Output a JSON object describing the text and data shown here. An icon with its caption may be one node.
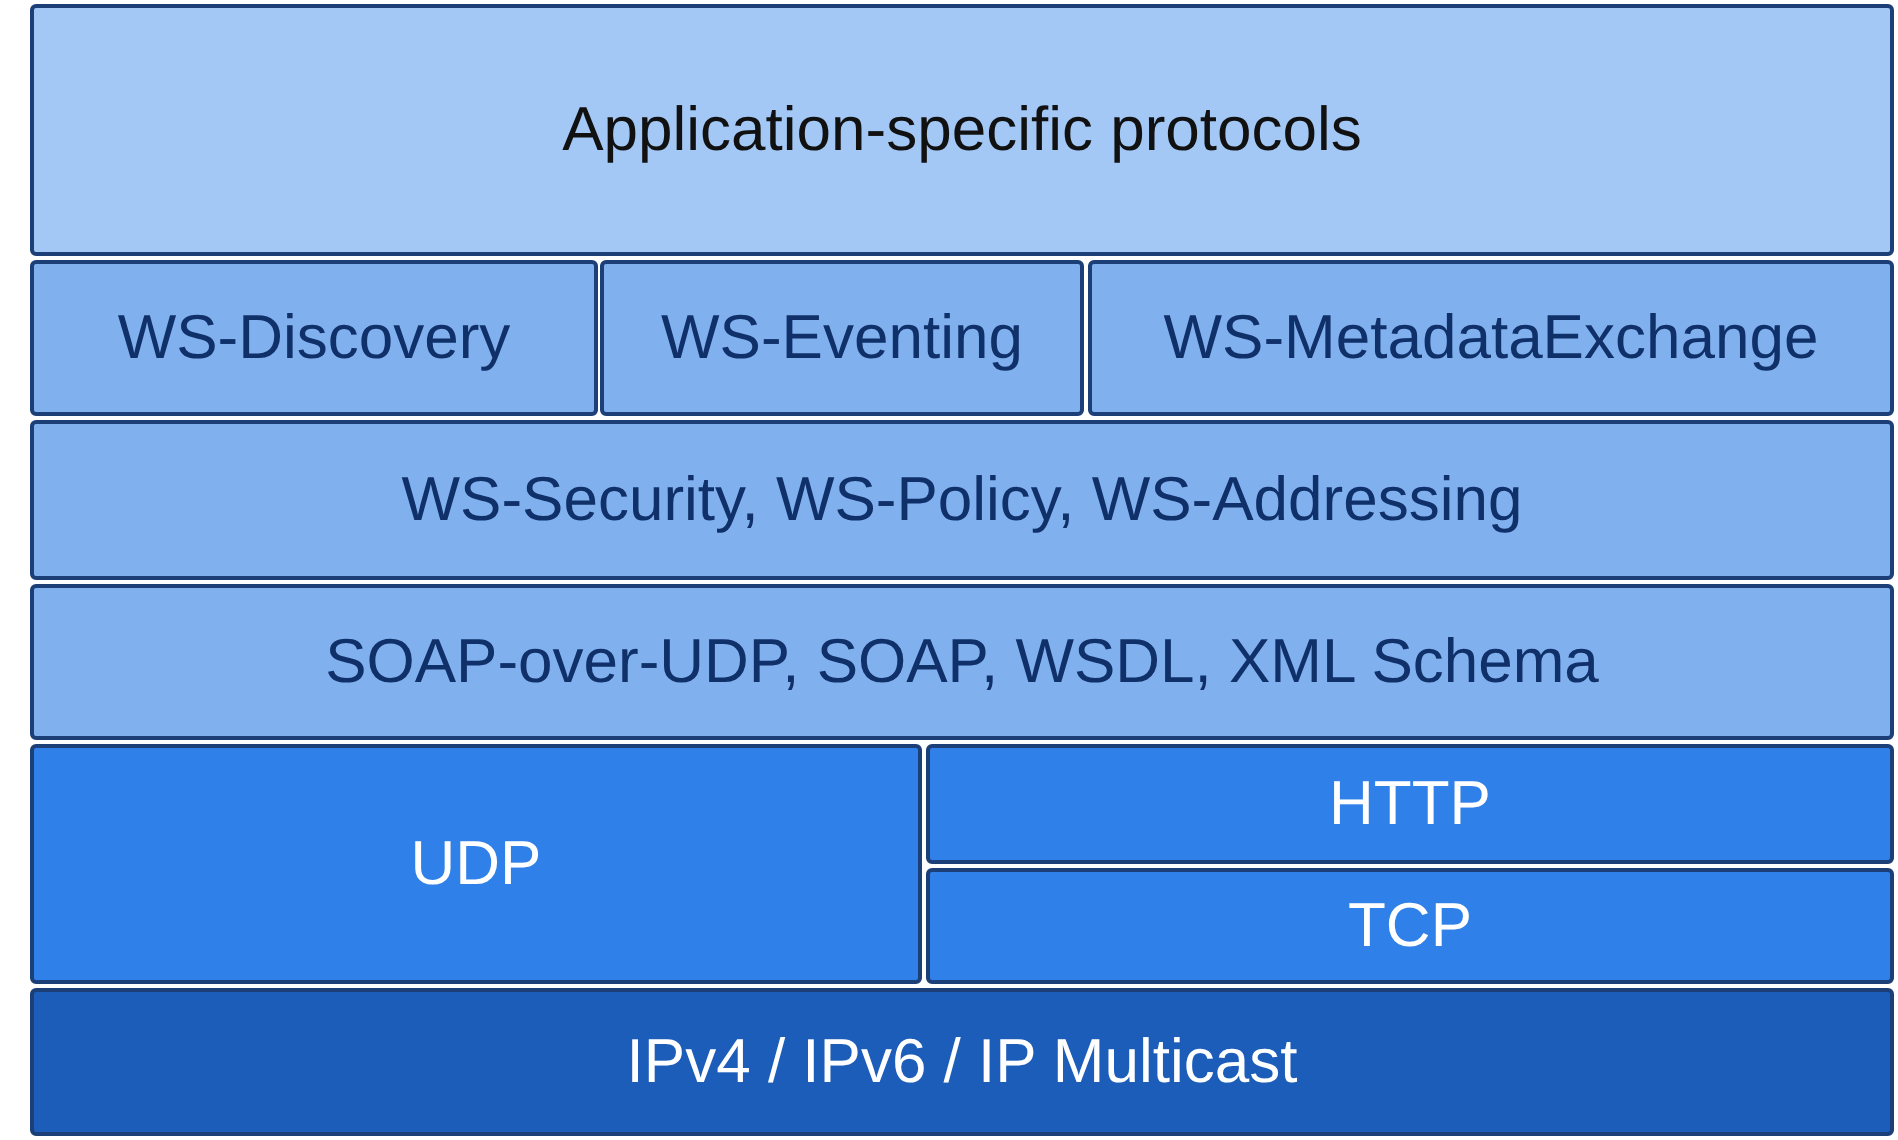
{
  "diagram": {
    "nodes": [
      {
        "text": [
          "Application-specific protocols"
        ]
      },
      {
        "text": [
          "WS-Discovery"
        ]
      },
      {
        "text": [
          "WS-Eventing"
        ]
      },
      {
        "text": [
          "WS-MetadataExchange"
        ]
      },
      {
        "text": [
          "WS-Security, WS-Policy, WS-Addressing"
        ]
      },
      {
        "text": [
          "SOAP-over-UDP, SOAP, WSDL, XML Schema"
        ]
      },
      {
        "text": [
          "UDP"
        ]
      },
      {
        "text": [
          "HTTP"
        ]
      },
      {
        "text": [
          "TCP"
        ]
      },
      {
        "text": [
          "IPv4 / IPv6 / IP Multicast"
        ]
      }
    ]
  }
}
